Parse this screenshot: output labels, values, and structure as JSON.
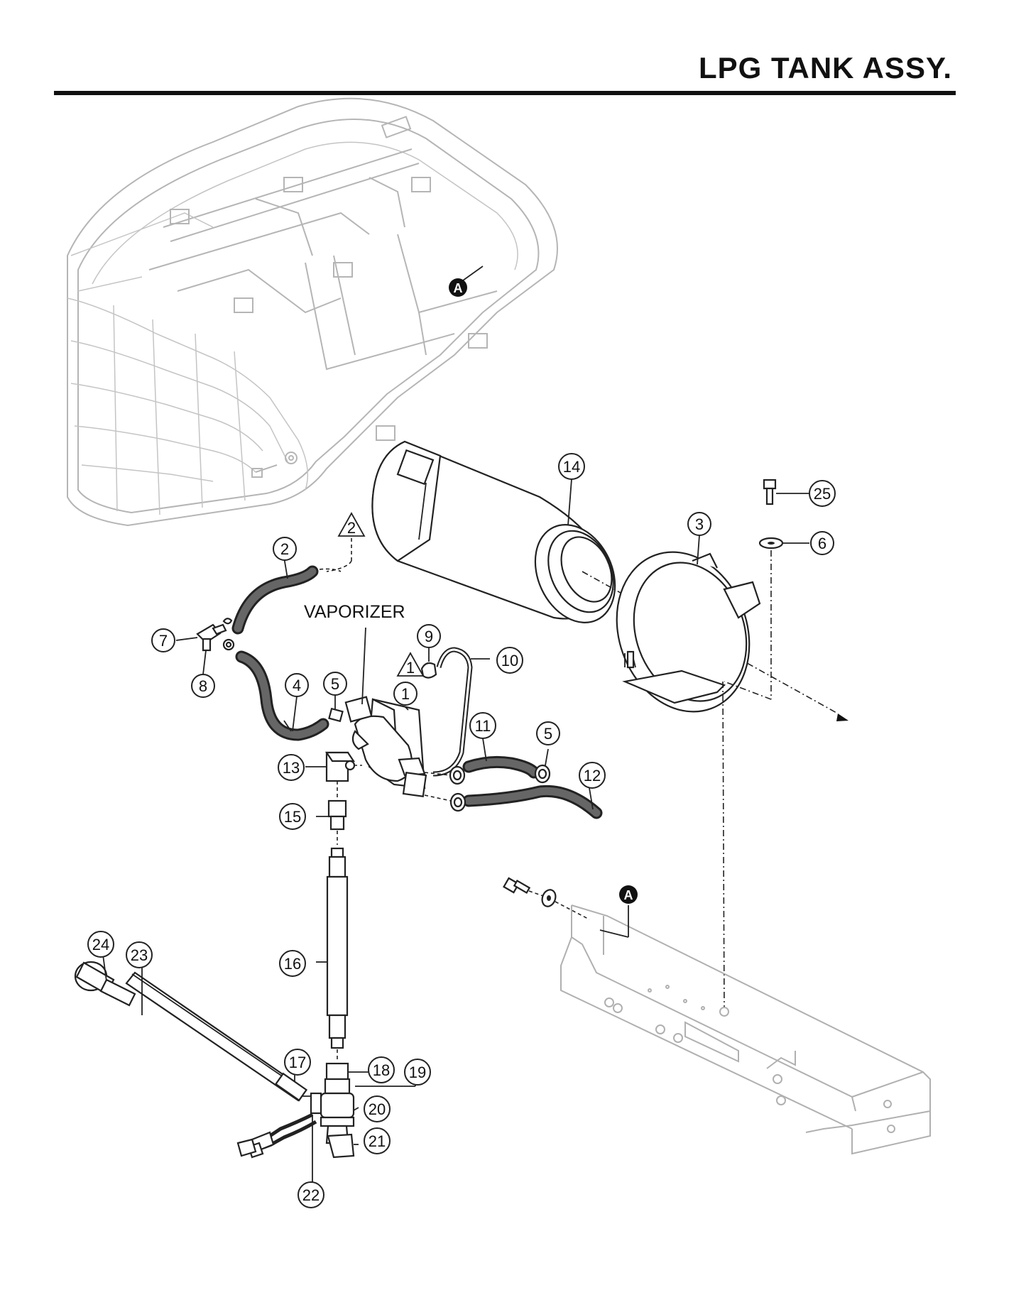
{
  "header": {
    "title": "LPG TANK ASSY."
  },
  "labels": {
    "vaporizer": "VAPORIZER"
  },
  "callouts": [
    {
      "id": "c1",
      "text": "1"
    },
    {
      "id": "c2",
      "text": "2"
    },
    {
      "id": "c3",
      "text": "3"
    },
    {
      "id": "c4",
      "text": "4"
    },
    {
      "id": "c5a",
      "text": "5"
    },
    {
      "id": "c5b",
      "text": "5"
    },
    {
      "id": "c6",
      "text": "6"
    },
    {
      "id": "c7",
      "text": "7"
    },
    {
      "id": "c8",
      "text": "8"
    },
    {
      "id": "c9",
      "text": "9"
    },
    {
      "id": "c10",
      "text": "10"
    },
    {
      "id": "c11",
      "text": "11"
    },
    {
      "id": "c12",
      "text": "12"
    },
    {
      "id": "c13",
      "text": "13"
    },
    {
      "id": "c14",
      "text": "14"
    },
    {
      "id": "c15",
      "text": "15"
    },
    {
      "id": "c16",
      "text": "16"
    },
    {
      "id": "c17",
      "text": "17"
    },
    {
      "id": "c18",
      "text": "18"
    },
    {
      "id": "c19",
      "text": "19"
    },
    {
      "id": "c20",
      "text": "20"
    },
    {
      "id": "c21",
      "text": "21"
    },
    {
      "id": "c22",
      "text": "22"
    },
    {
      "id": "c23",
      "text": "23"
    },
    {
      "id": "c24",
      "text": "24"
    },
    {
      "id": "c25",
      "text": "25"
    }
  ],
  "markers": {
    "a_top": "A",
    "a_bottom": "A"
  },
  "notes": {
    "tri1": "1",
    "tri2": "2"
  }
}
